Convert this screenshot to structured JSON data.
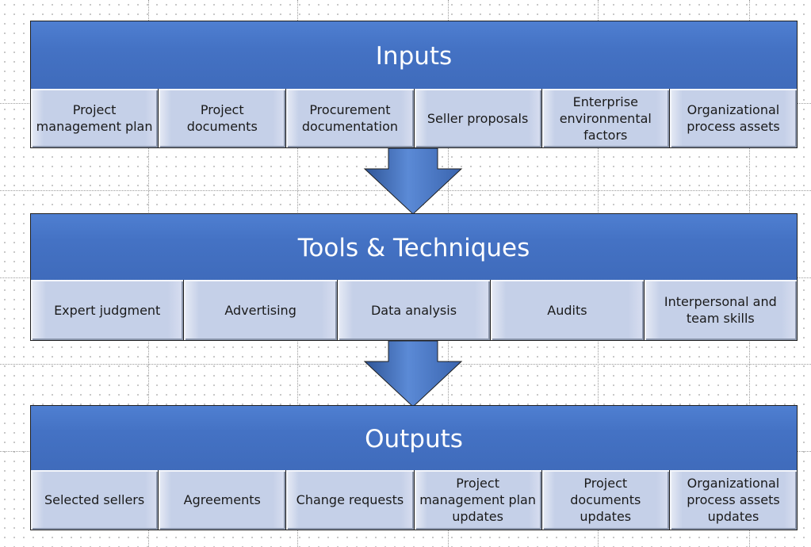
{
  "sections": [
    {
      "title": "Inputs",
      "items": [
        "Project management plan",
        "Project documents",
        "Procurement documentation",
        "Seller proposals",
        "Enterprise environmental factors",
        "Organizational process assets"
      ]
    },
    {
      "title": "Tools & Techniques",
      "items": [
        "Expert judgment",
        "Advertising",
        "Data analysis",
        "Audits",
        "Interpersonal and team skills"
      ]
    },
    {
      "title": "Outputs",
      "items": [
        "Selected sellers",
        "Agreements",
        "Change requests",
        "Project management plan  updates",
        "Project documents updates",
        "Organizational process assets updates"
      ]
    }
  ],
  "colors": {
    "header": "#4472c4",
    "cell": "#c5d0e8",
    "arrow": "#4472c4",
    "title_text": "#ffffff"
  }
}
